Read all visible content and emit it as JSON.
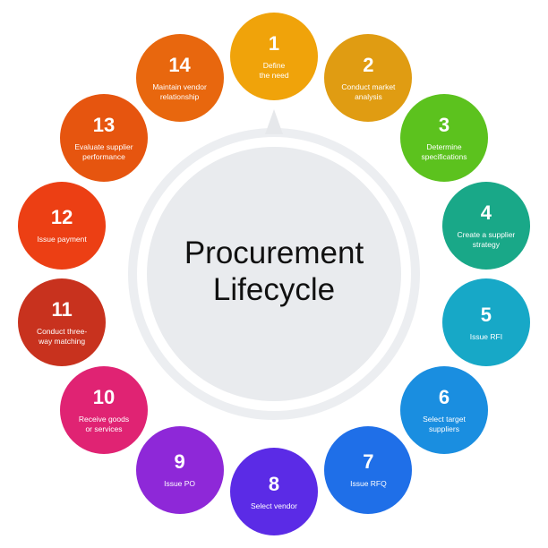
{
  "diagram": {
    "title_line1": "Procurement",
    "title_line2": "Lifecycle",
    "steps": [
      {
        "number": "1",
        "label": "Define\nthe need",
        "color": "#F0A30A"
      },
      {
        "number": "2",
        "label": "Conduct market\nanalysis",
        "color": "#E09C12"
      },
      {
        "number": "3",
        "label": "Determine\nspecifications",
        "color": "#5CC21E"
      },
      {
        "number": "4",
        "label": "Create a supplier\nstrategy",
        "color": "#19A888"
      },
      {
        "number": "5",
        "label": "Issue RFI",
        "color": "#17A8C7"
      },
      {
        "number": "6",
        "label": "Select target\nsuppliers",
        "color": "#1A8EE0"
      },
      {
        "number": "7",
        "label": "Issue RFQ",
        "color": "#1F6FE8"
      },
      {
        "number": "8",
        "label": "Select vendor",
        "color": "#5B2BE6"
      },
      {
        "number": "9",
        "label": "Issue PO",
        "color": "#8E28D8"
      },
      {
        "number": "10",
        "label": "Receive goods\nor services",
        "color": "#E02373"
      },
      {
        "number": "11",
        "label": "Conduct three-\nway matching",
        "color": "#C8321E"
      },
      {
        "number": "12",
        "label": "Issue payment",
        "color": "#EC3F14"
      },
      {
        "number": "13",
        "label": "Evaluate supplier\nperformance",
        "color": "#E6550F"
      },
      {
        "number": "14",
        "label": "Maintain vendor\nrelationship",
        "color": "#E8670E"
      }
    ]
  }
}
